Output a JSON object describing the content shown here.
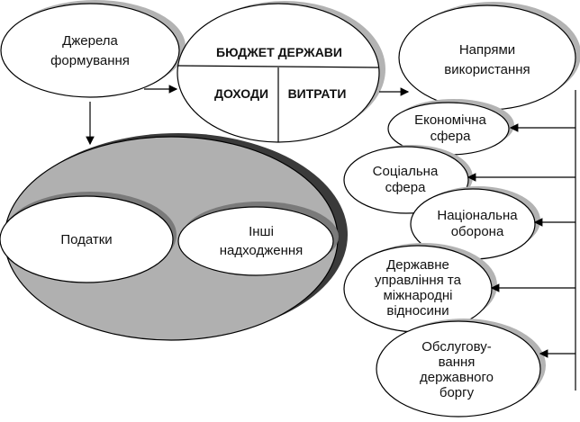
{
  "sources": {
    "line1": "Джерела",
    "line2": "формування"
  },
  "budget": {
    "title": "БЮДЖЕТ ДЕРЖАВИ",
    "revenues": "ДОХОДИ",
    "expenditures": "ВИТРАТИ"
  },
  "directions": {
    "line1": "Напрями",
    "line2": "використання"
  },
  "revenue_types": {
    "taxes": "Податки",
    "other": {
      "line1": "Інші",
      "line2": "надходження"
    }
  },
  "expenditure_areas": [
    {
      "line1": "Економічна",
      "line2": "сфера"
    },
    {
      "line1": "Соціальна",
      "line2": "сфера"
    },
    {
      "line1": "Національна",
      "line2": "оборона"
    },
    {
      "line1": "Державне",
      "line2": "управління та",
      "line3": "міжнародні",
      "line4": "відносини"
    },
    {
      "line1": "Обслугову-",
      "line2": "вання",
      "line3": "державного",
      "line4": "боргу"
    }
  ]
}
